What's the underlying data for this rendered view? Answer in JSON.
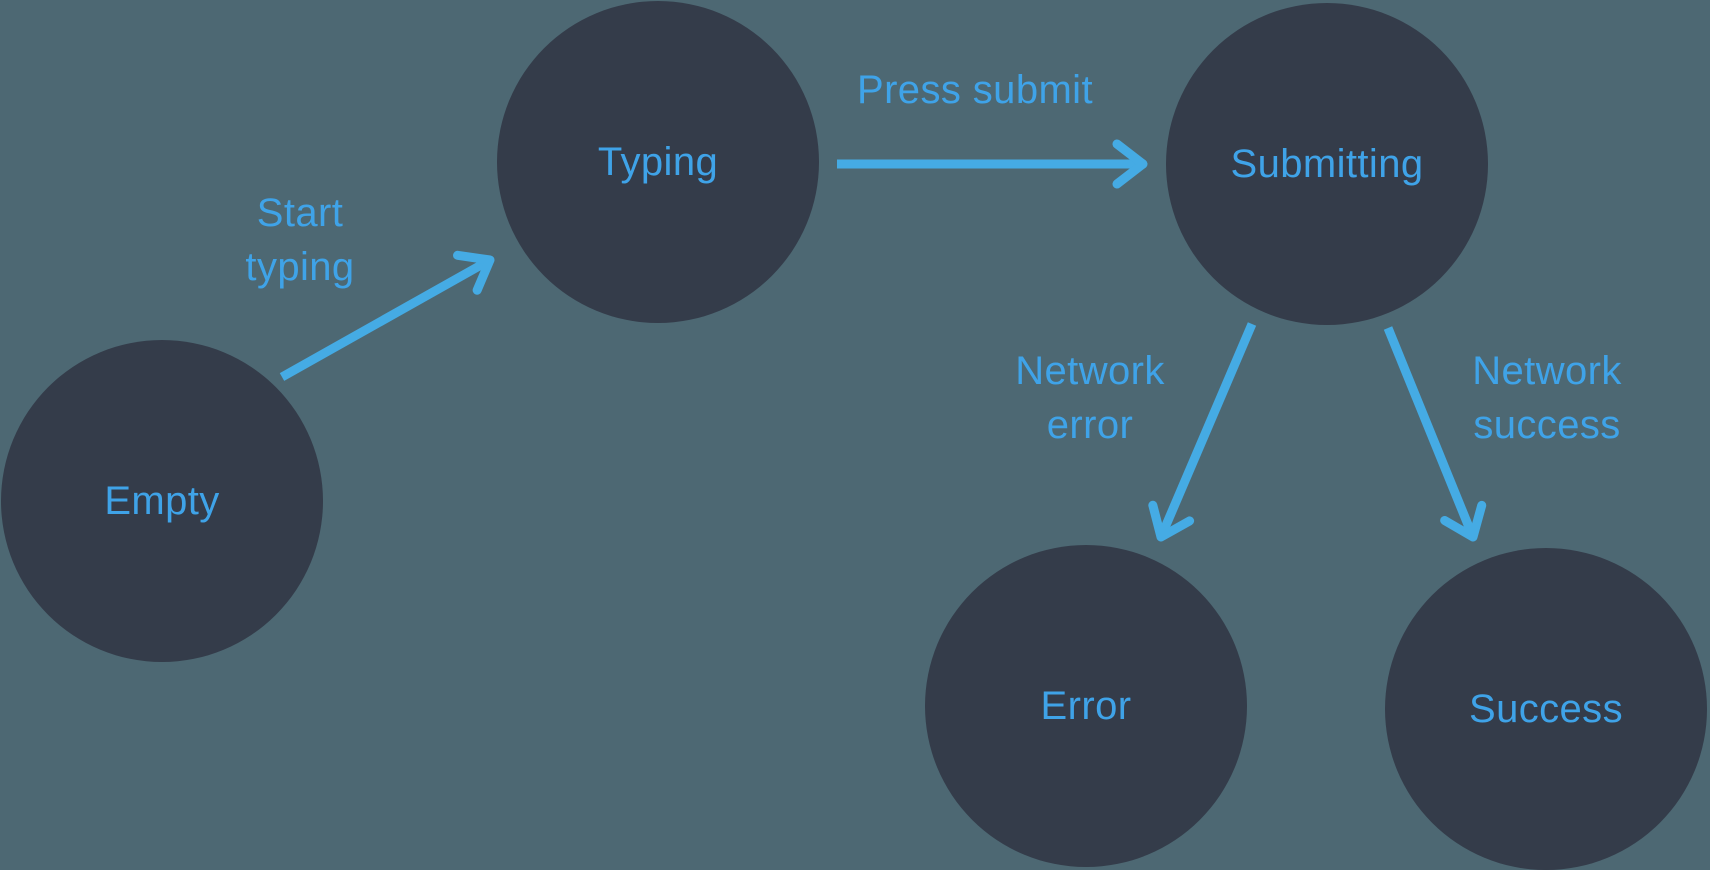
{
  "diagram": {
    "type": "state-machine",
    "nodes": [
      {
        "id": "empty",
        "label": "Empty"
      },
      {
        "id": "typing",
        "label": "Typing"
      },
      {
        "id": "submitting",
        "label": "Submitting"
      },
      {
        "id": "error",
        "label": "Error"
      },
      {
        "id": "success",
        "label": "Success"
      }
    ],
    "edges": [
      {
        "from": "empty",
        "to": "typing",
        "label": "Start\ntyping"
      },
      {
        "from": "typing",
        "to": "submitting",
        "label": "Press submit"
      },
      {
        "from": "submitting",
        "to": "error",
        "label": "Network\nerror"
      },
      {
        "from": "submitting",
        "to": "success",
        "label": "Network\nsuccess"
      }
    ]
  },
  "colors": {
    "background": "#4d6873",
    "node-fill": "#343c4a",
    "label-text": "#3fa3e8",
    "arrow": "#45abe4"
  }
}
